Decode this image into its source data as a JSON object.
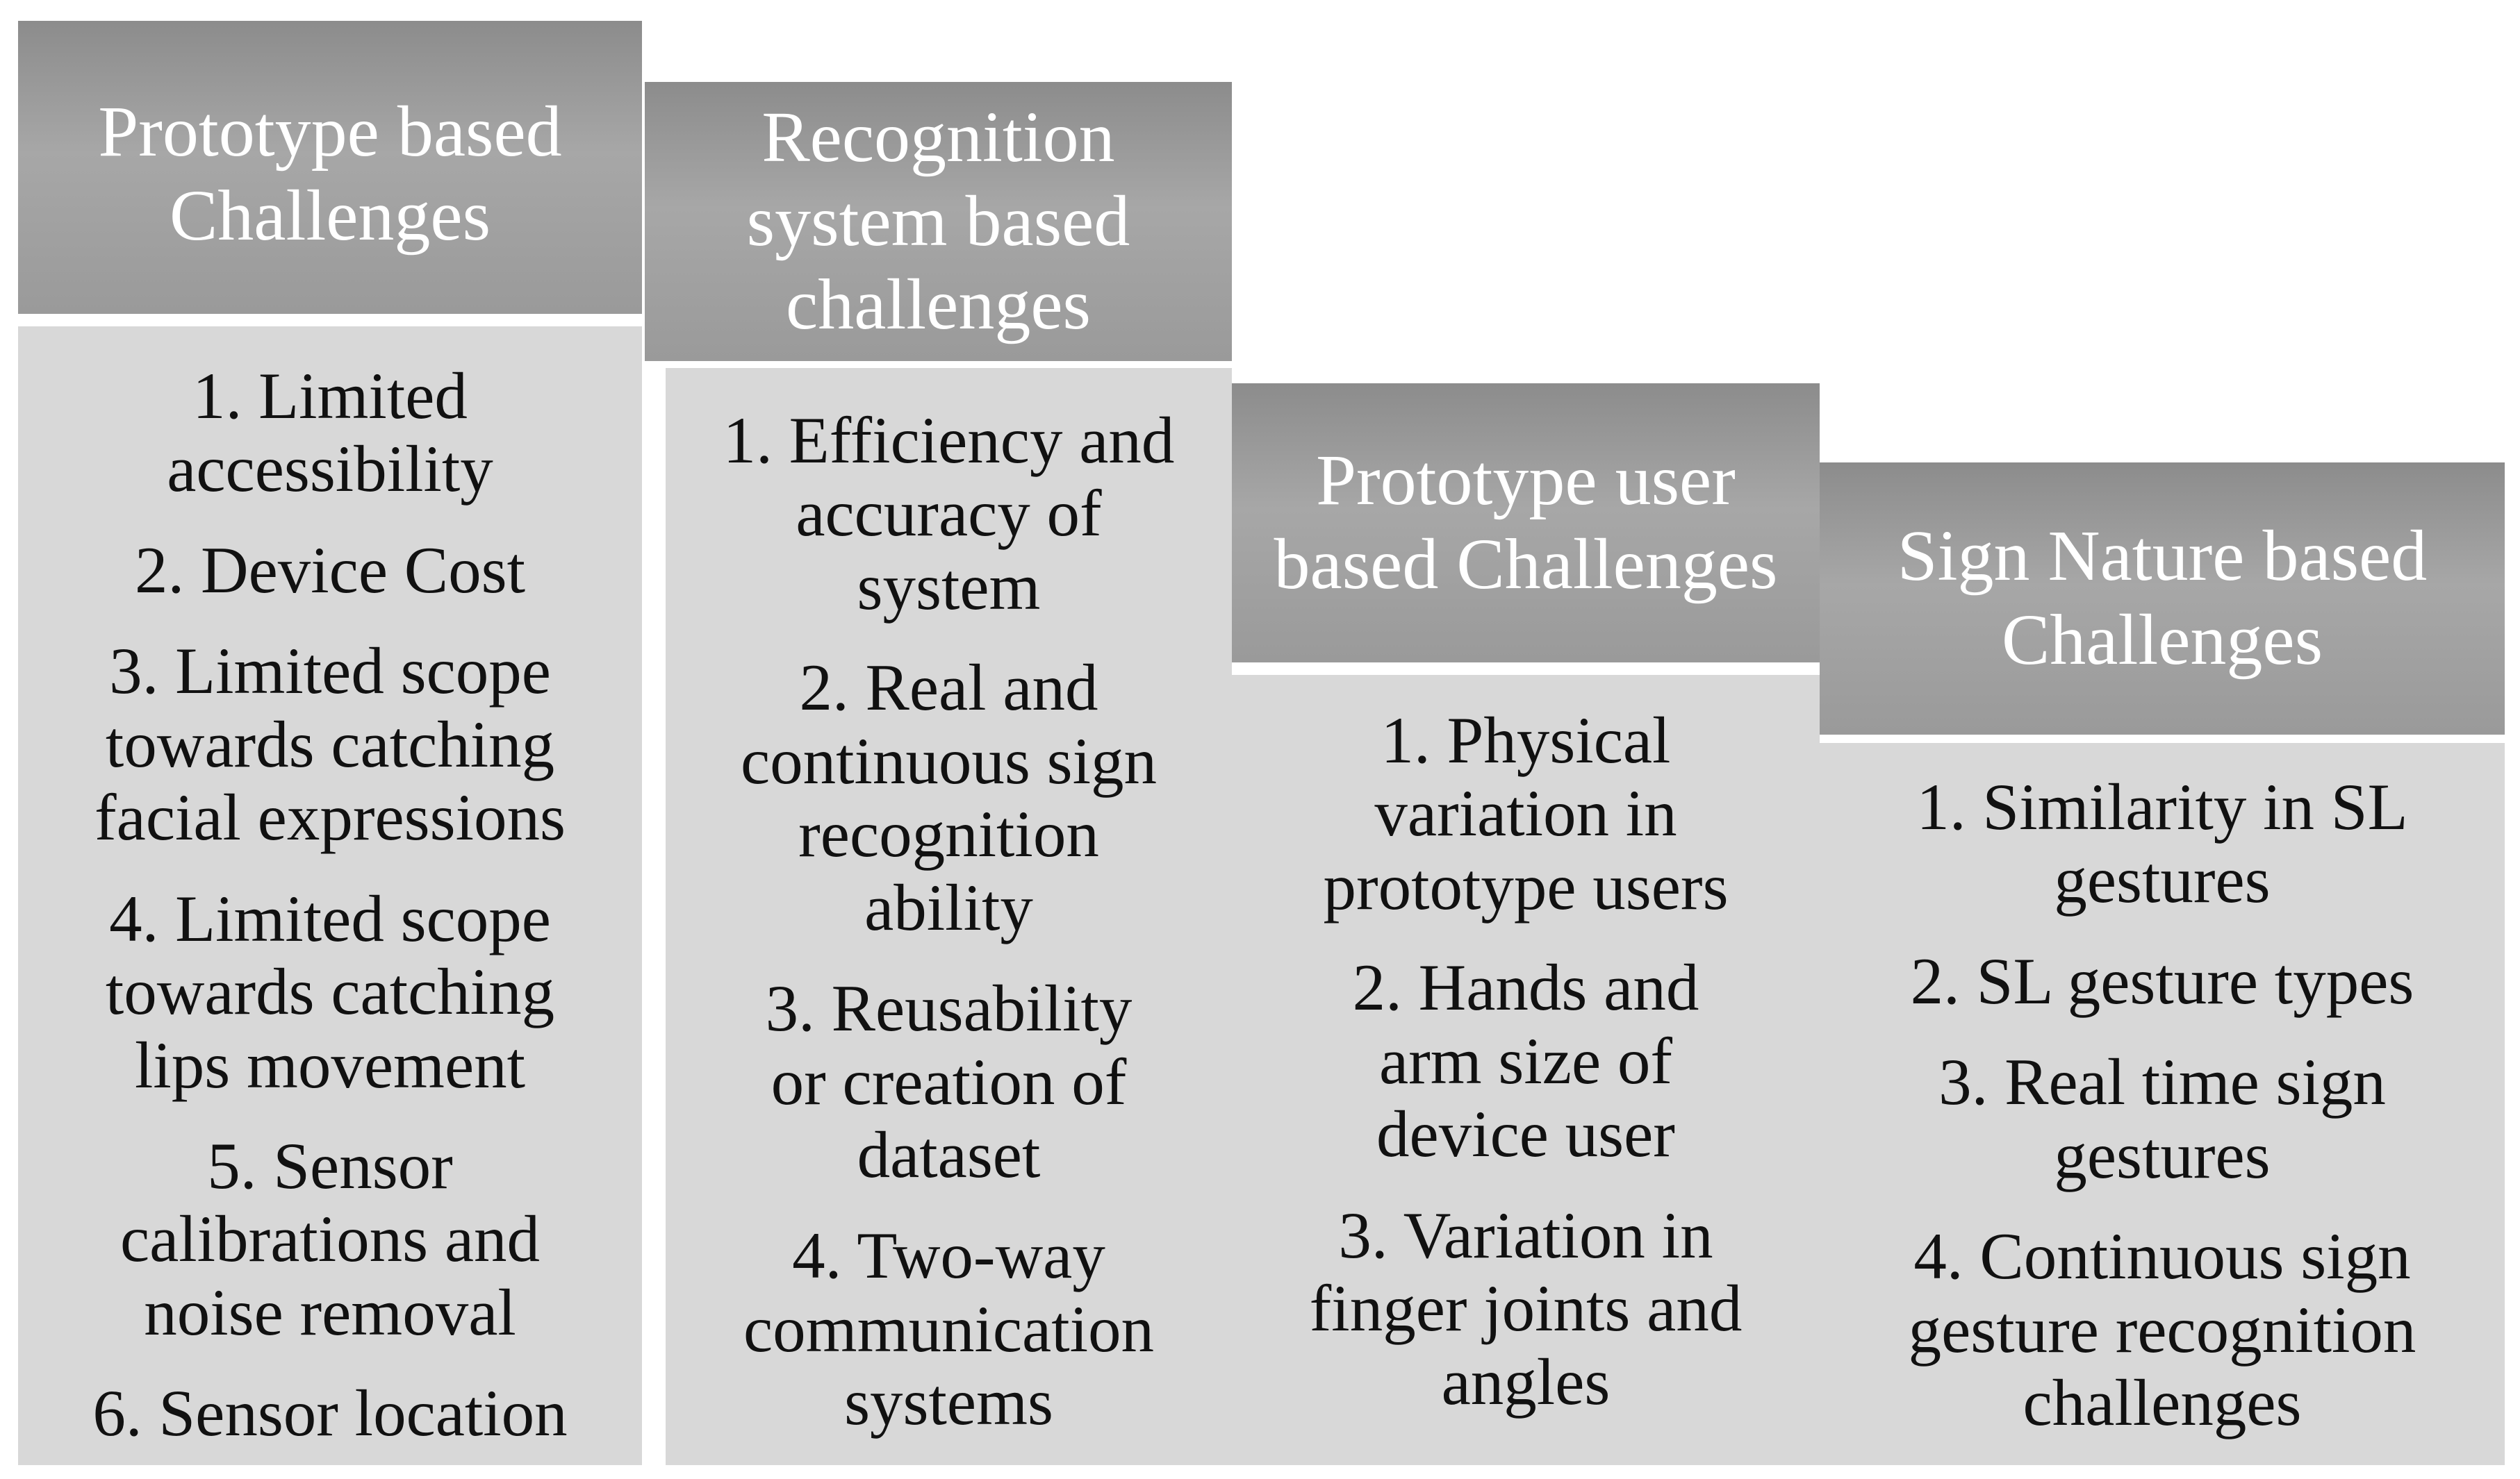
{
  "columns": [
    {
      "title": "Prototype based Challenges",
      "items": [
        "1. Limited accessibility",
        "2. Device Cost",
        "3. Limited scope towards catching facial expressions",
        "4. Limited scope towards catching lips movement",
        "5. Sensor calibrations and noise removal",
        "6. Sensor location"
      ]
    },
    {
      "title": "Recognition system based challenges",
      "items": [
        "1. Efficiency and accuracy of system",
        "2. Real and continuous sign recognition ability",
        "3. Reusability or creation of dataset",
        "4. Two-way communication systems"
      ]
    },
    {
      "title": "Prototype user based Challenges",
      "items": [
        "1. Physical variation in prototype users",
        "2. Hands and arm size of device user",
        "3. Variation in finger joints and angles"
      ]
    },
    {
      "title": "Sign Nature based Challenges",
      "items": [
        "1. Similarity in SL gestures",
        "2. SL gesture types",
        "3. Real time sign gestures",
        "4. Continuous sign gesture recognition challenges"
      ]
    }
  ]
}
